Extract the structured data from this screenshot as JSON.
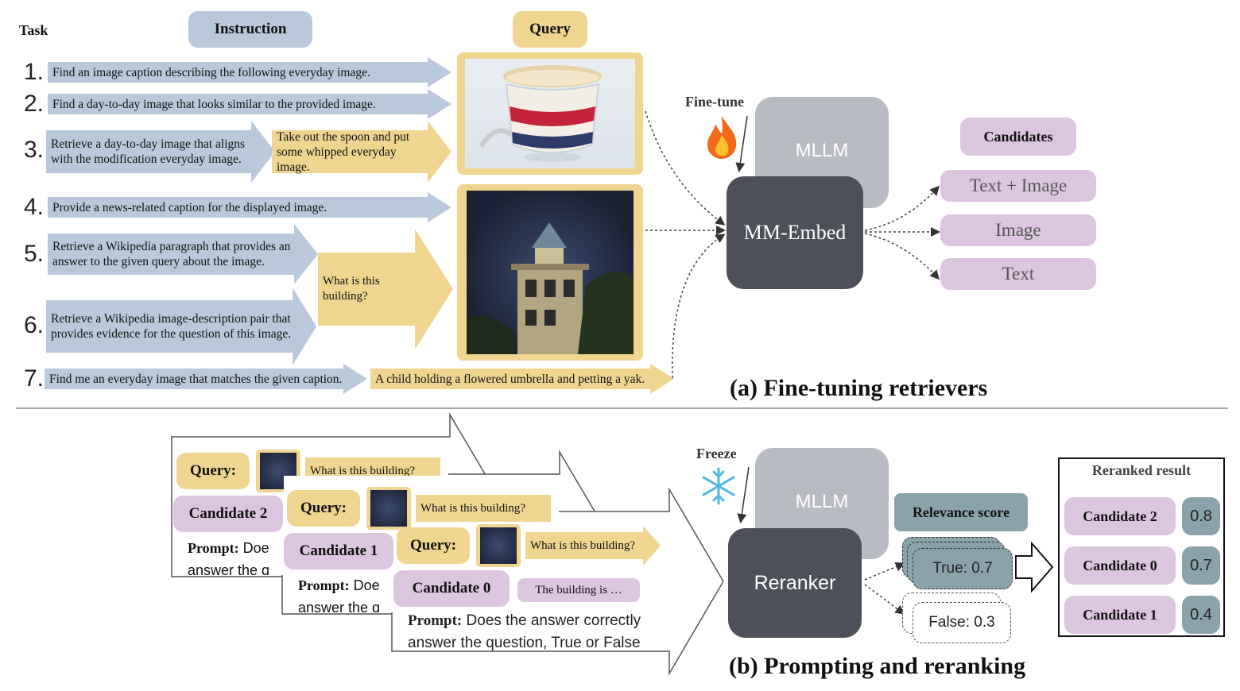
{
  "header": {
    "task_label": "Task",
    "instruction_label": "Instruction",
    "query_label": "Query"
  },
  "tasks": [
    {
      "num": "1.",
      "instruction": "Find an image caption describing the following everyday image."
    },
    {
      "num": "2.",
      "instruction": "Find a day-to-day image that looks similar to the provided image."
    },
    {
      "num": "3.",
      "instruction": "Retrieve a day-to-day image that aligns with the modification everyday image.",
      "query_text": "Take out the spoon and put some whipped everyday image."
    },
    {
      "num": "4.",
      "instruction": "Provide a news-related caption for the displayed image."
    },
    {
      "num": "5.",
      "instruction": "Retrieve a Wikipedia paragraph that provides an answer to the given query about the image."
    },
    {
      "num": "6.",
      "instruction": "Retrieve a Wikipedia image-description pair that provides evidence for the question of this image."
    },
    {
      "num": "7.",
      "instruction": "Find me an everyday image that matches the given caption.",
      "query_text": "A child holding a flowered umbrella and petting a yak."
    }
  ],
  "shared_query_text": "What is this building?",
  "part_a": {
    "finetune_label": "Fine-tune",
    "mllm_label": "MLLM",
    "model_label": "MM-Embed",
    "candidates_label": "Candidates",
    "candidates": [
      "Text + Image",
      "Image",
      "Text"
    ],
    "caption": "(a) Fine-tuning retrievers"
  },
  "part_b": {
    "freeze_label": "Freeze",
    "mllm_label": "MLLM",
    "model_label": "Reranker",
    "relevance_label": "Relevance score",
    "true_score": "True: 0.7",
    "false_score": "False: 0.3",
    "query_label": "Query:",
    "card_question": "What is this building?",
    "answer_text": "The building is …",
    "prompt_label": "Prompt:",
    "prompt_text": "Does the answer correctly answer the question, True or False",
    "prompt_short": "Doe",
    "prompt_short2": "answer the q",
    "cards": [
      "Candidate 2",
      "Candidate 1",
      "Candidate 0"
    ],
    "reranked_title": "Reranked result",
    "reranked": [
      {
        "label": "Candidate 2",
        "score": "0.8"
      },
      {
        "label": "Candidate 0",
        "score": "0.7"
      },
      {
        "label": "Candidate 1",
        "score": "0.4"
      }
    ],
    "caption": "(b) Prompting and reranking"
  }
}
